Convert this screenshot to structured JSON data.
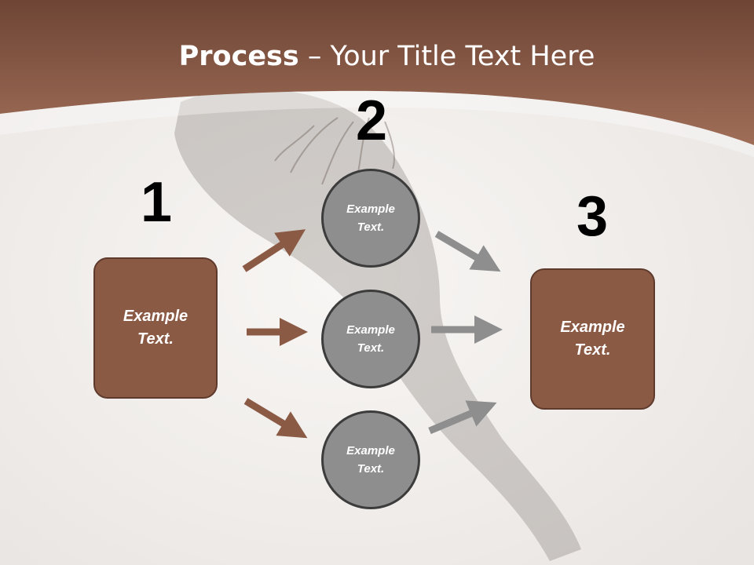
{
  "title": {
    "bold": "Process",
    "rest": " – Your Title Text Here"
  },
  "steps": {
    "one": "1",
    "two": "2",
    "three": "3"
  },
  "left_box": {
    "line1": "Example",
    "line2": "Text."
  },
  "circles": [
    {
      "line1": "Example",
      "line2": "Text."
    },
    {
      "line1": "Example",
      "line2": "Text."
    },
    {
      "line1": "Example",
      "line2": "Text."
    }
  ],
  "right_box": {
    "line1": "Example",
    "line2": "Text."
  },
  "colors": {
    "brown": "#8b5a45",
    "gray": "#8e8e8e",
    "header": "#8a5a45"
  }
}
